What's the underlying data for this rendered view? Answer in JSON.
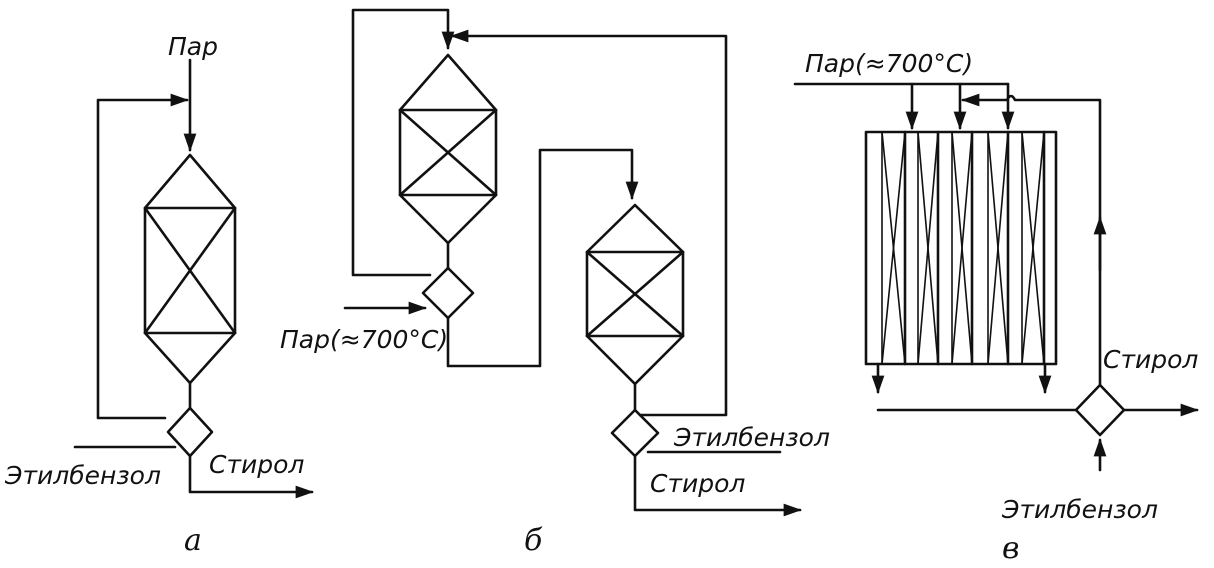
{
  "labels": {
    "a_steam": "Пар",
    "a_ethylbenzene": "Этилбензол",
    "a_styrene": "Стирол",
    "a_caption": "а",
    "b_steam": "Пар(≈700°С)",
    "b_ethylbenzene": "Этилбензол",
    "b_styrene": "Стирол",
    "b_caption": "б",
    "c_steam": "Пар(≈700°С)",
    "c_styrene": "Стирол",
    "c_ethylbenzene": "Этилбензол",
    "c_caption": "в"
  },
  "colors": {
    "ink": "#111111",
    "paper": "#ffffff"
  }
}
